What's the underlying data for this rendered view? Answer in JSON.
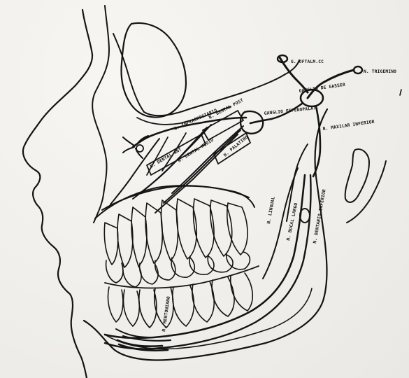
{
  "diagram": {
    "labels": {
      "g_oftalmico": "G. OFTALM.CC",
      "n_trigemino": "N. TRIGEMINO",
      "ganglio_de_gasser": "GANGLIO DE GASSER",
      "n_infraorbitario": "N. INFRAORBITARIO",
      "ganglio_esfenopalatino": "GANGLIO ESFENOPALAT.",
      "n_maxilar_inferior": "N. MAXILAR INFERIOR",
      "n_dental_post": "N. DENTAL POST",
      "n_dental_ant": "N. DENTAL ANT",
      "n_dental_medio": "N. DENTAL MEDIO",
      "n_palatino": "N. PALATINO",
      "n_lingual": "N. LINGUAL",
      "n_bucal_largo": "N. BUCAL LARGO",
      "n_dentario_inferior": "N. DENTARIO INFERIOR",
      "n_mentoniano": "N. MENTONIANO"
    }
  }
}
